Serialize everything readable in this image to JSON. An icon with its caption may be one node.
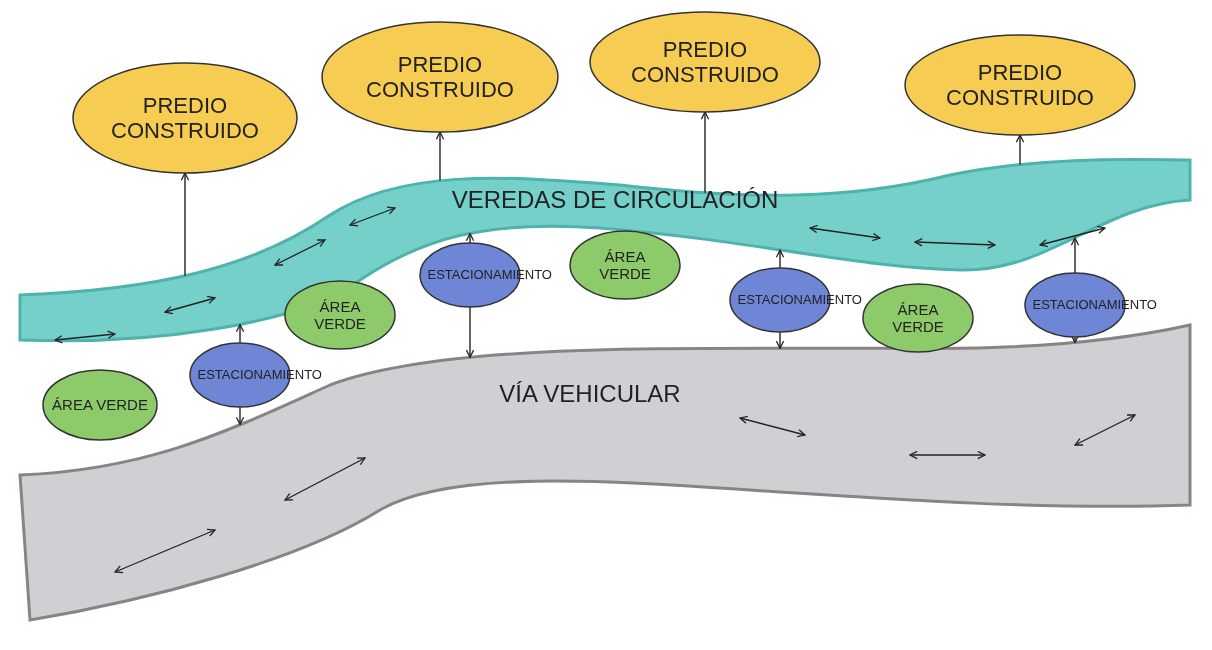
{
  "diagram": {
    "nodes": [
      {
        "text": [
          "PREDIO CONSTRUIDO"
        ]
      },
      {
        "text": [
          "PREDIO CONSTRUIDO"
        ]
      },
      {
        "text": [
          "PREDIO CONSTRUIDO"
        ]
      },
      {
        "text": [
          "PREDIO CONSTRUIDO"
        ]
      },
      {
        "text": [
          "VEREDAS DE CIRCULACIÓN"
        ]
      },
      {
        "text": [
          "ESTACIONAMIENTO"
        ]
      },
      {
        "text": [
          "ÁREA VERDE"
        ]
      },
      {
        "text": [
          "ESTACIONAMIENTO"
        ]
      },
      {
        "text": [
          "ÁREA VERDE"
        ]
      },
      {
        "text": [
          "ÁREA VERDE"
        ]
      },
      {
        "text": [
          "ESTACIONAMIENTO"
        ]
      },
      {
        "text": [
          "ESTACIONAMIENTO"
        ]
      },
      {
        "text": [
          "ÁREA VERDE"
        ]
      },
      {
        "text": [
          "VÍA VEHICULAR"
        ]
      }
    ],
    "edges": [
      {
        "from": 4,
        "to": 0,
        "arrow": "to"
      },
      {
        "from": 4,
        "to": 1,
        "arrow": "to"
      },
      {
        "from": 4,
        "to": 2,
        "arrow": "to"
      },
      {
        "from": 4,
        "to": 3,
        "arrow": "to"
      },
      {
        "from": 11,
        "to": 4,
        "arrow": "to"
      },
      {
        "from": 11,
        "to": 13,
        "arrow": "to"
      },
      {
        "from": 5,
        "to": 4,
        "arrow": "to"
      },
      {
        "from": 5,
        "to": 13,
        "arrow": "to"
      },
      {
        "from": 7,
        "to": 4,
        "arrow": "to"
      },
      {
        "from": 7,
        "to": 13,
        "arrow": "to"
      },
      {
        "from": 10,
        "to": 4,
        "arrow": "to"
      },
      {
        "from": 10,
        "to": 13,
        "arrow": "to"
      }
    ]
  }
}
